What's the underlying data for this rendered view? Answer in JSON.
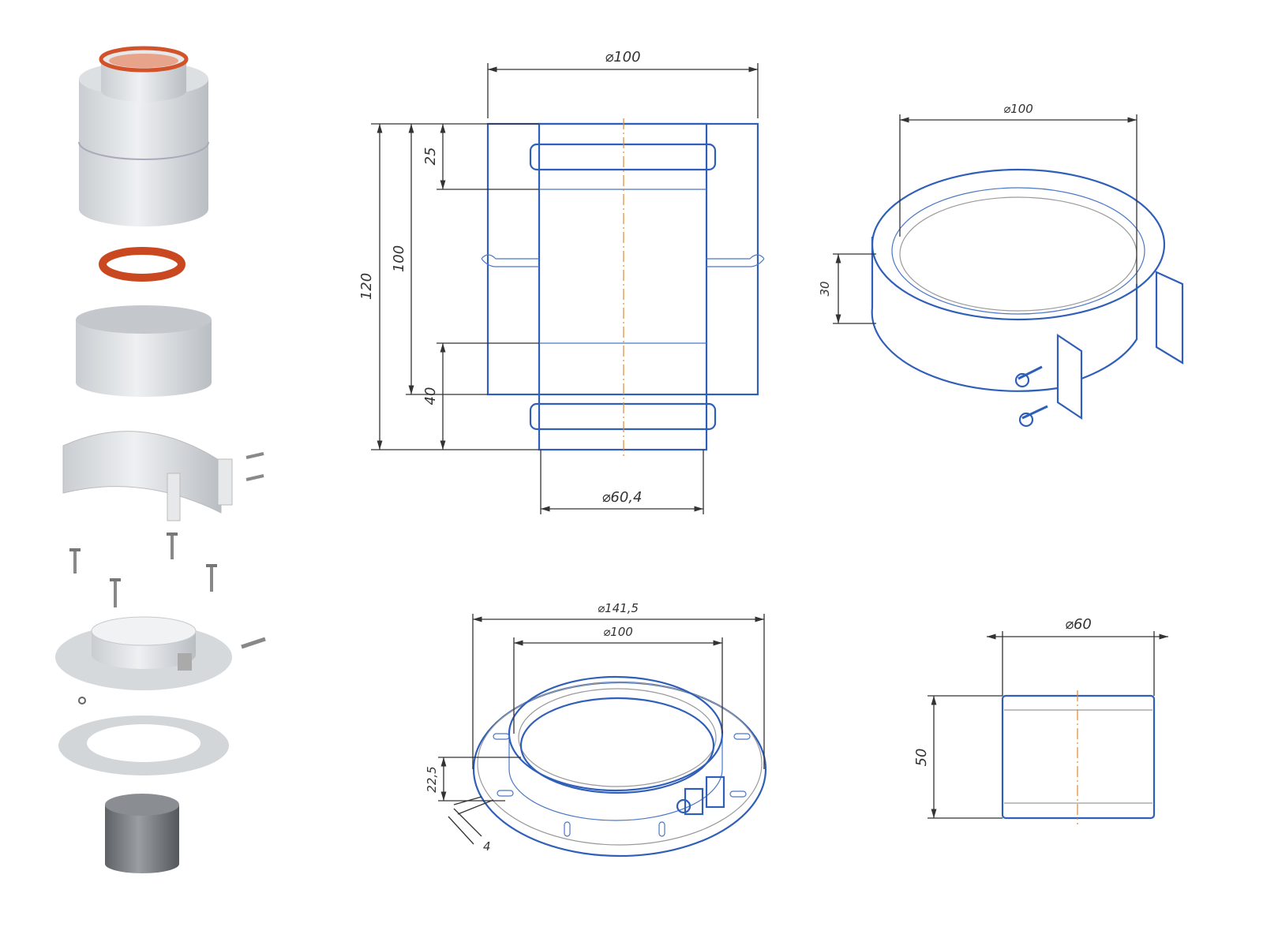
{
  "colors": {
    "outline": "#2f5fb8",
    "dimension": "#333333",
    "axis": "#e08a30",
    "gasket": "#d2522a",
    "metal": "#d8dcdf"
  },
  "coupling_view": {
    "diameter_top": "⌀100",
    "height_total": "120",
    "height_inner": "100",
    "top_offset": "25",
    "bottom_offset": "40",
    "diameter_bottom": "⌀60,4"
  },
  "clamp_view": {
    "diameter": "⌀100",
    "height": "30"
  },
  "flange_view": {
    "outer_diameter": "⌀141,5",
    "inner_diameter": "⌀100",
    "height": "22,5",
    "slot": "4"
  },
  "cap_view": {
    "diameter": "⌀60",
    "height": "50"
  }
}
